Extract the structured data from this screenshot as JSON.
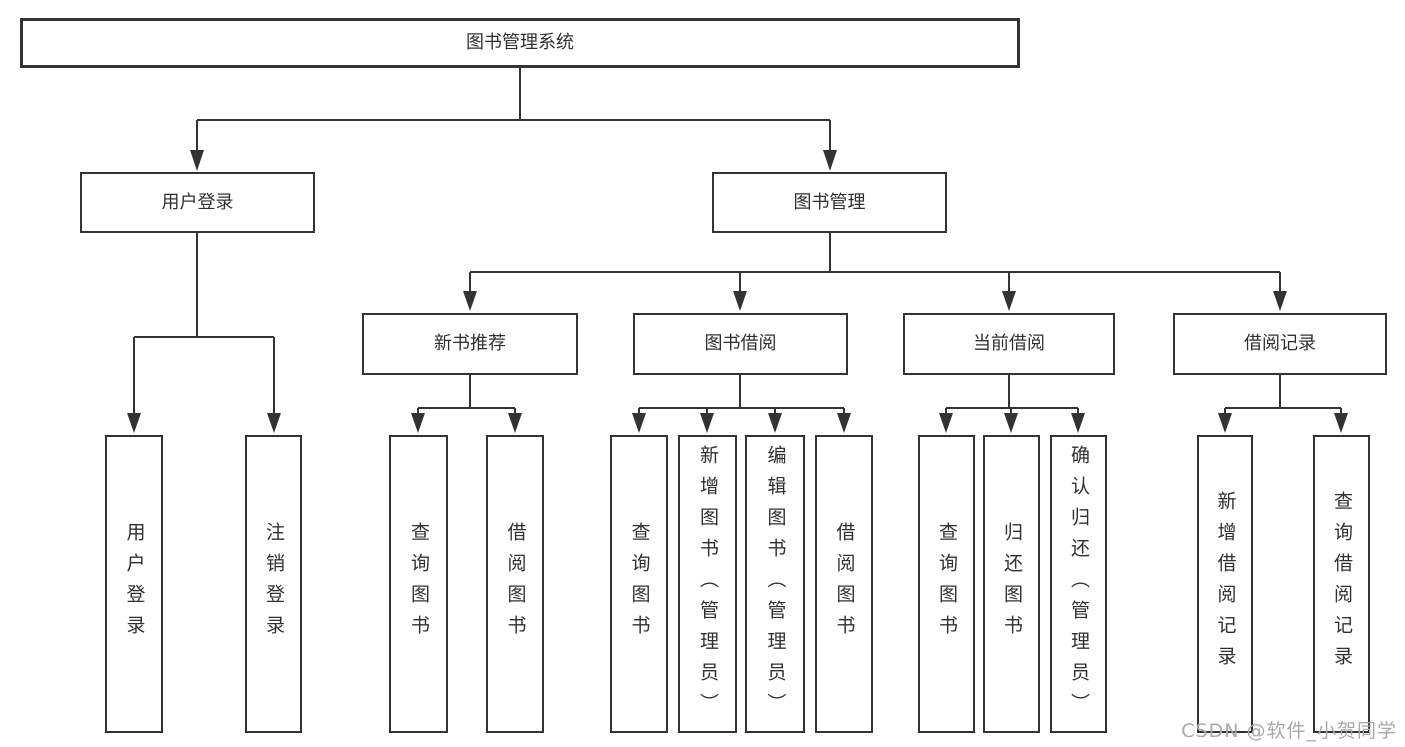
{
  "colors": {
    "line": "#333333",
    "box_border": "#333333",
    "text": "#303030",
    "watermark": "#a9a9a9",
    "background": "#ffffff"
  },
  "watermark": "CSDN @软件_小贺同学",
  "diagram": {
    "type": "hierarchy-tree",
    "root": {
      "label": "图书管理系统"
    },
    "branches": [
      {
        "label": "用户登录",
        "children": [
          {
            "label": "用户登录"
          },
          {
            "label": "注销登录"
          }
        ]
      },
      {
        "label": "图书管理",
        "children": [
          {
            "label": "新书推荐",
            "children": [
              {
                "label": "查询图书"
              },
              {
                "label": "借阅图书"
              }
            ]
          },
          {
            "label": "图书借阅",
            "children": [
              {
                "label": "查询图书"
              },
              {
                "label": "新增图书（管理员）"
              },
              {
                "label": "编辑图书（管理员）"
              },
              {
                "label": "借阅图书"
              }
            ]
          },
          {
            "label": "当前借阅",
            "children": [
              {
                "label": "查询图书"
              },
              {
                "label": "归还图书"
              },
              {
                "label": "确认归还（管理员）"
              }
            ]
          },
          {
            "label": "借阅记录",
            "children": [
              {
                "label": "新增借阅记录"
              },
              {
                "label": "查询借阅记录"
              }
            ]
          }
        ]
      }
    ]
  }
}
